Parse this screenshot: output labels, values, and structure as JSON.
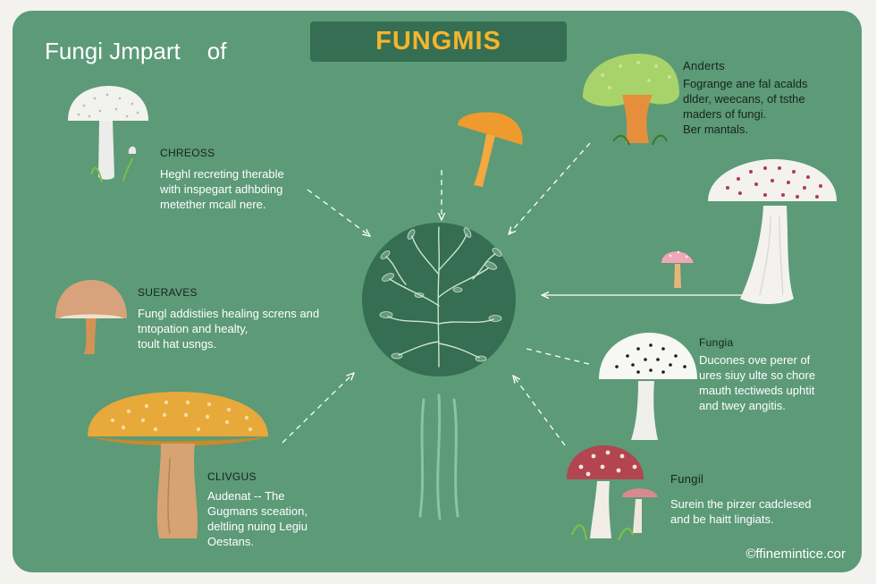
{
  "title": {
    "left": "Fungi Jmpart",
    "of": "of",
    "banner": "FUNGMIS"
  },
  "blocks": {
    "top_left": {
      "heading": "CHREOSS",
      "lines": [
        "Heghl recreting therable",
        "with inspegart adhbding",
        "metether mcall nere."
      ]
    },
    "mid_left": {
      "heading": "SUERAVES",
      "lines": [
        "Fungl addistiies healing screns and",
        "tntopation and healty,",
        "toult hat usngs."
      ]
    },
    "bottom_left": {
      "heading": "CLIVGUS",
      "lines": [
        "Audenat  --  The",
        "Gugmans sceation,",
        "deltling nuing Legiu",
        "Oestans."
      ]
    },
    "top_right": {
      "heading": "Anderts",
      "lines": [
        "Fogrange ane fal acalds",
        "dlder, weecans, of tsthe",
        "maders of fungi.",
        "Ber mantals."
      ]
    },
    "mid_right": {
      "heading": "Fungia",
      "lines": [
        "Ducones ove perer of",
        "ures siuy ulte so chore",
        "mauth tectiweds uphtit",
        "and twey angitis."
      ]
    },
    "bottom_right": {
      "heading": "Fungil",
      "lines": [
        "Surein the pirzer cadclesed",
        "and be haitt lingiats."
      ]
    }
  },
  "footer": "©ffinemintice.cor",
  "colors": {
    "card": "#5c9a78",
    "banner_bg": "#356e52",
    "banner_text": "#f2b52e",
    "center_circle": "#356e52"
  },
  "icons": [
    "white-mushroom-icon",
    "tan-mushroom-icon",
    "golden-mushroom-icon",
    "orange-mushroom-icon",
    "green-cap-mushroom-icon",
    "spotted-mushroom-icon",
    "small-pink-mushroom-icon",
    "white-black-dot-mushroom-icon",
    "red-spotted-mushroom-icon",
    "mycelium-tree-icon"
  ]
}
